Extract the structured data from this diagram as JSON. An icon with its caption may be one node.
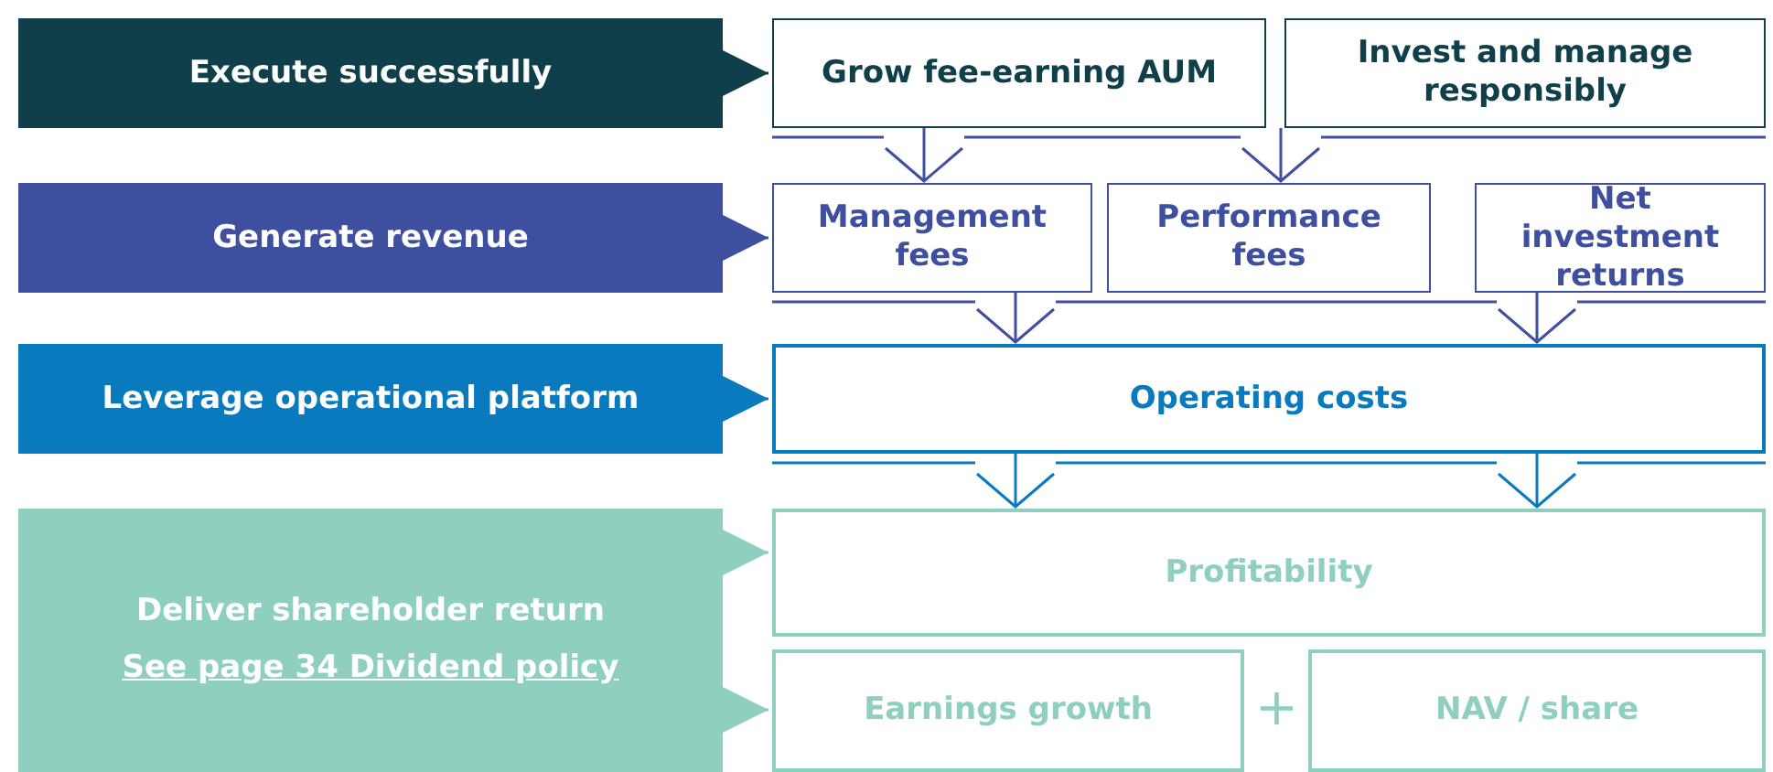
{
  "diagram": {
    "nodes": [
      {
        "text": [
          "Execute successfully"
        ]
      },
      {
        "text": [
          "Grow fee-earning AUM"
        ]
      },
      {
        "text": [
          "Invest and manage responsibly"
        ]
      },
      {
        "text": [
          "Generate revenue"
        ]
      },
      {
        "text": [
          "Management fees"
        ]
      },
      {
        "text": [
          "Performance fees"
        ]
      },
      {
        "text": [
          "Net investment returns"
        ]
      },
      {
        "text": [
          "Leverage operational platform"
        ]
      },
      {
        "text": [
          "Operating costs"
        ]
      },
      {
        "text": [
          "Deliver shareholder return",
          "See page 34 Dividend policy"
        ]
      },
      {
        "text": [
          "Profitability"
        ]
      },
      {
        "text": [
          "Earnings growth"
        ]
      },
      {
        "text": [
          "NAV / share"
        ]
      }
    ],
    "edges": [
      {
        "from": 0,
        "to": 1,
        "arrow": "to",
        "color": "#0f3f4a"
      },
      {
        "from": 1,
        "to": 4,
        "arrow": "to"
      },
      {
        "from": 2,
        "to": 5,
        "arrow": "to"
      },
      {
        "from": 3,
        "to": 4,
        "arrow": "to"
      },
      {
        "from": 4,
        "to": 8,
        "arrow": "to"
      },
      {
        "from": 6,
        "to": 8,
        "arrow": "to"
      },
      {
        "from": 7,
        "to": 8,
        "arrow": "to",
        "color": "#0a7abf"
      },
      {
        "from": 8,
        "to": 10,
        "arrow": "to",
        "color": "#0a7abf"
      },
      {
        "from": 8,
        "to": 10,
        "arrow": "to",
        "color": "#0a7abf"
      },
      {
        "from": 9,
        "to": 10,
        "arrow": "to",
        "color": "#8ecfbf"
      },
      {
        "from": 9,
        "to": 11,
        "arrow": "to",
        "color": "#8ecfbf"
      }
    ],
    "labels": [
      "+"
    ]
  }
}
